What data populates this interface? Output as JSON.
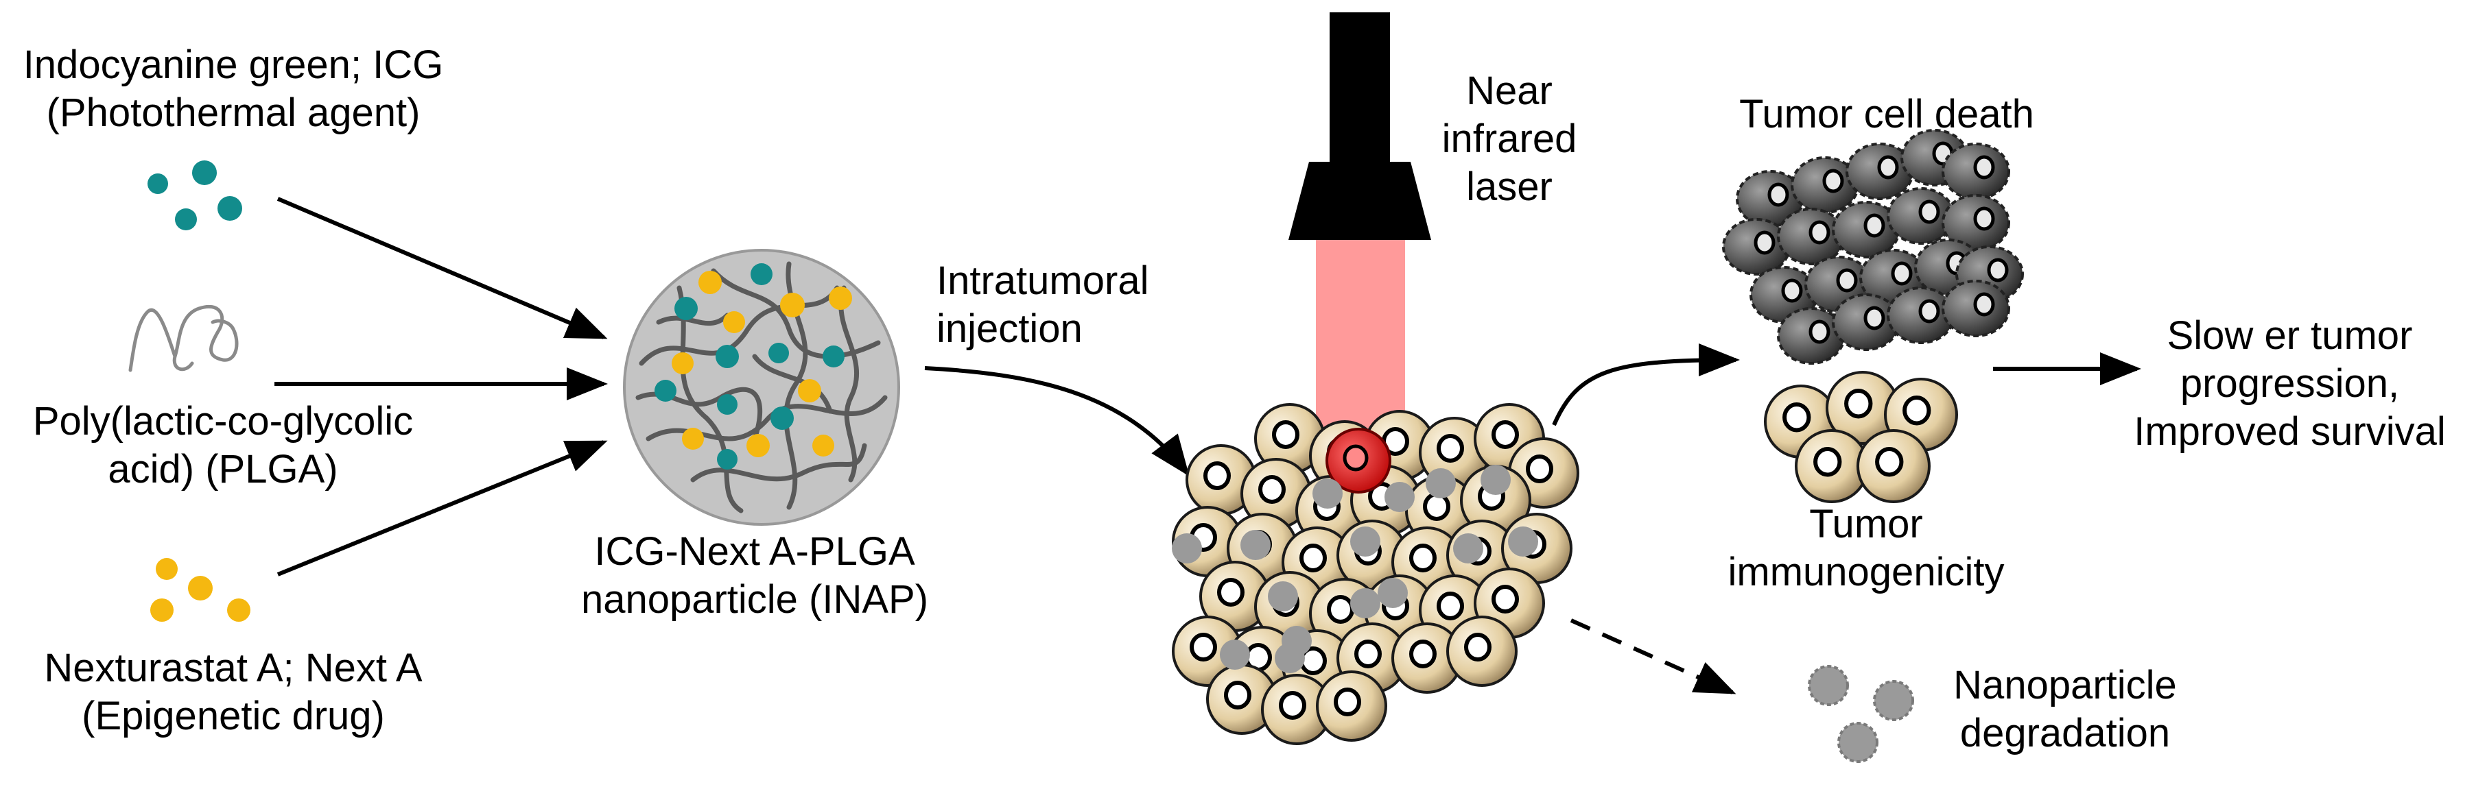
{
  "ingredients": {
    "icg": {
      "line1": "Indocyanine green; ICG",
      "line2": "(Photothermal agent)"
    },
    "plga": {
      "line1": "Poly(lactic-co-glycolic",
      "line2": "acid) (PLGA)"
    },
    "nexta": {
      "line1": "Nexturastat A; Next A",
      "line2": "(Epigenetic drug)"
    }
  },
  "nanoparticle": {
    "line1": "ICG-Next A-PLGA",
    "line2": "nanoparticle (INAP)"
  },
  "injection": {
    "line1": "Intratumoral",
    "line2": "injection"
  },
  "laser": {
    "line1": "Near",
    "line2": "infrared",
    "line3": "laser"
  },
  "outcomes": {
    "death": "Tumor cell death",
    "immuno": {
      "line1": "Tumor",
      "line2": "immunogenicity"
    },
    "degradation": {
      "line1": "Nanoparticle",
      "line2": "degradation"
    },
    "progression": {
      "line1": "Slow er tumor",
      "line2": "progression,",
      "line3": "Improved survival"
    }
  },
  "colors": {
    "icg": "#128c8c",
    "nexta": "#f5b810",
    "laser_beam": "#ff9a9a",
    "cell": "#e8d6b0",
    "nanoparticle": "#c4c4c4",
    "dead_cell": "#5a5a5a"
  }
}
